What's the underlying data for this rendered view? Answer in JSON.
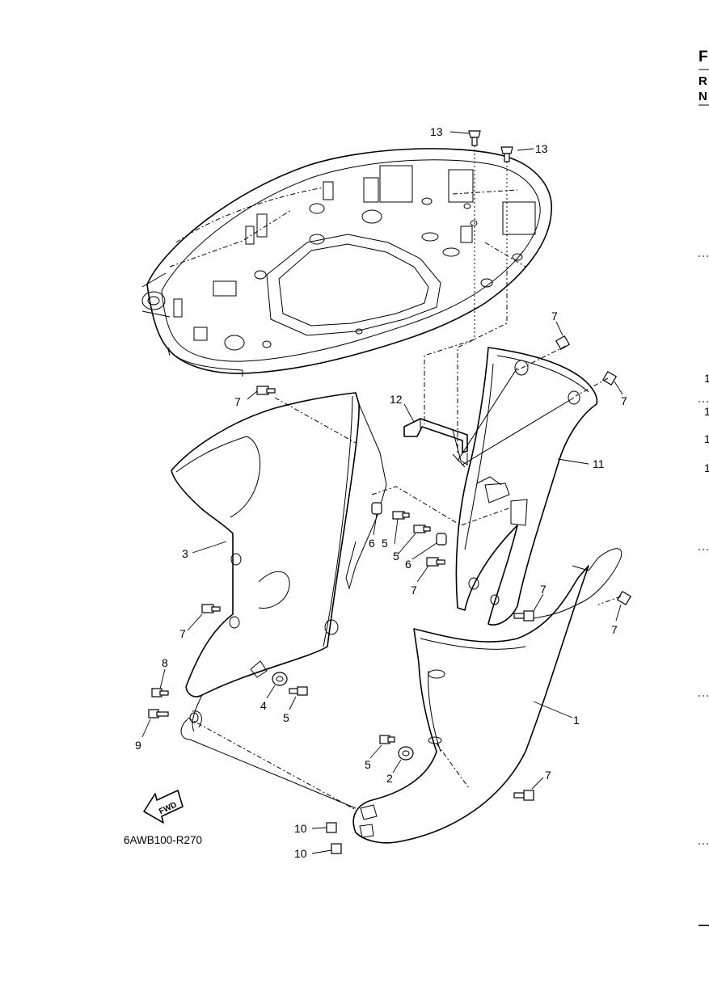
{
  "diagram_ref": "6AWB100-R270",
  "fwd_arrow_label": "FWD",
  "edge_text": {
    "top_letter": "F",
    "row2_letter": "R",
    "row3_letter": "N"
  },
  "edge_digits": [
    "1",
    "1",
    "1",
    "1"
  ],
  "callouts": {
    "c1": "1",
    "c2": "2",
    "c3": "3",
    "c4": "4",
    "c5a": "5",
    "c5b": "5",
    "c5c": "5",
    "c5d": "5",
    "c6a": "6",
    "c6b": "6",
    "c7a": "7",
    "c7b": "7",
    "c7c": "7",
    "c7d": "7",
    "c7e": "7",
    "c7f": "7",
    "c7g": "7",
    "c7h": "7",
    "c8": "8",
    "c9": "9",
    "c10a": "10",
    "c10b": "10",
    "c11": "11",
    "c12": "12",
    "c13a": "13",
    "c13b": "13"
  }
}
